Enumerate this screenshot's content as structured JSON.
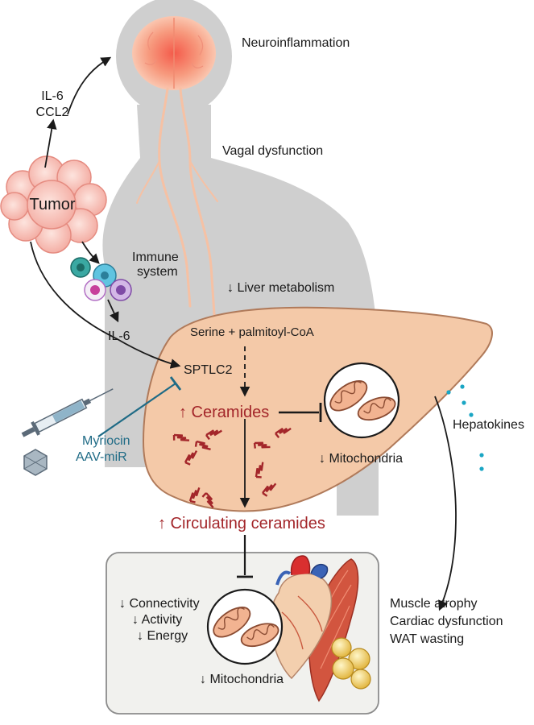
{
  "labels": {
    "neuroinflammation": "Neuroinflammation",
    "vagal": "Vagal dysfunction",
    "il6_top": "IL-6",
    "ccl2": "CCL2",
    "tumor": "Tumor",
    "immune_line1": "Immune",
    "immune_line2": "system",
    "il6_bottom": "IL-6",
    "liver_metabolism": "↓ Liver metabolism",
    "serine": "Serine + palmitoyl-CoA",
    "sptlc2": "SPTLC2",
    "ceramides": "↑ Ceramides",
    "mito_liver": "↓ Mitochondria",
    "hepatokines": "Hepatokines",
    "myriocin": "Myriocin",
    "aav": "AAV-miR",
    "circulating": "↑ Circulating ceramides",
    "connectivity": "↓ Connectivity",
    "activity": "↓ Activity",
    "energy": "↓ Energy",
    "mito_bottom": "↓ Mitochondria",
    "muscle": "Muscle atrophy",
    "cardiac": "Cardiac dysfunction",
    "wat": "WAT wasting"
  },
  "colors": {
    "silhouette": "#cfcfcf",
    "liver_fill": "#f4c9a8",
    "liver_stroke": "#b07a5a",
    "ceramide_red": "#a3262a",
    "inhibitor_teal": "#1f6b86",
    "hepatokine_dots": "#1aa6c4",
    "text": "#1a1a1a"
  },
  "icons": [
    "brain-icon",
    "tumor-icon",
    "immune-cells-icon",
    "syringe-icon",
    "aav-capsid-icon",
    "mitochondrion-icon",
    "heart-icon",
    "muscle-icon",
    "adipocyte-icon"
  ]
}
